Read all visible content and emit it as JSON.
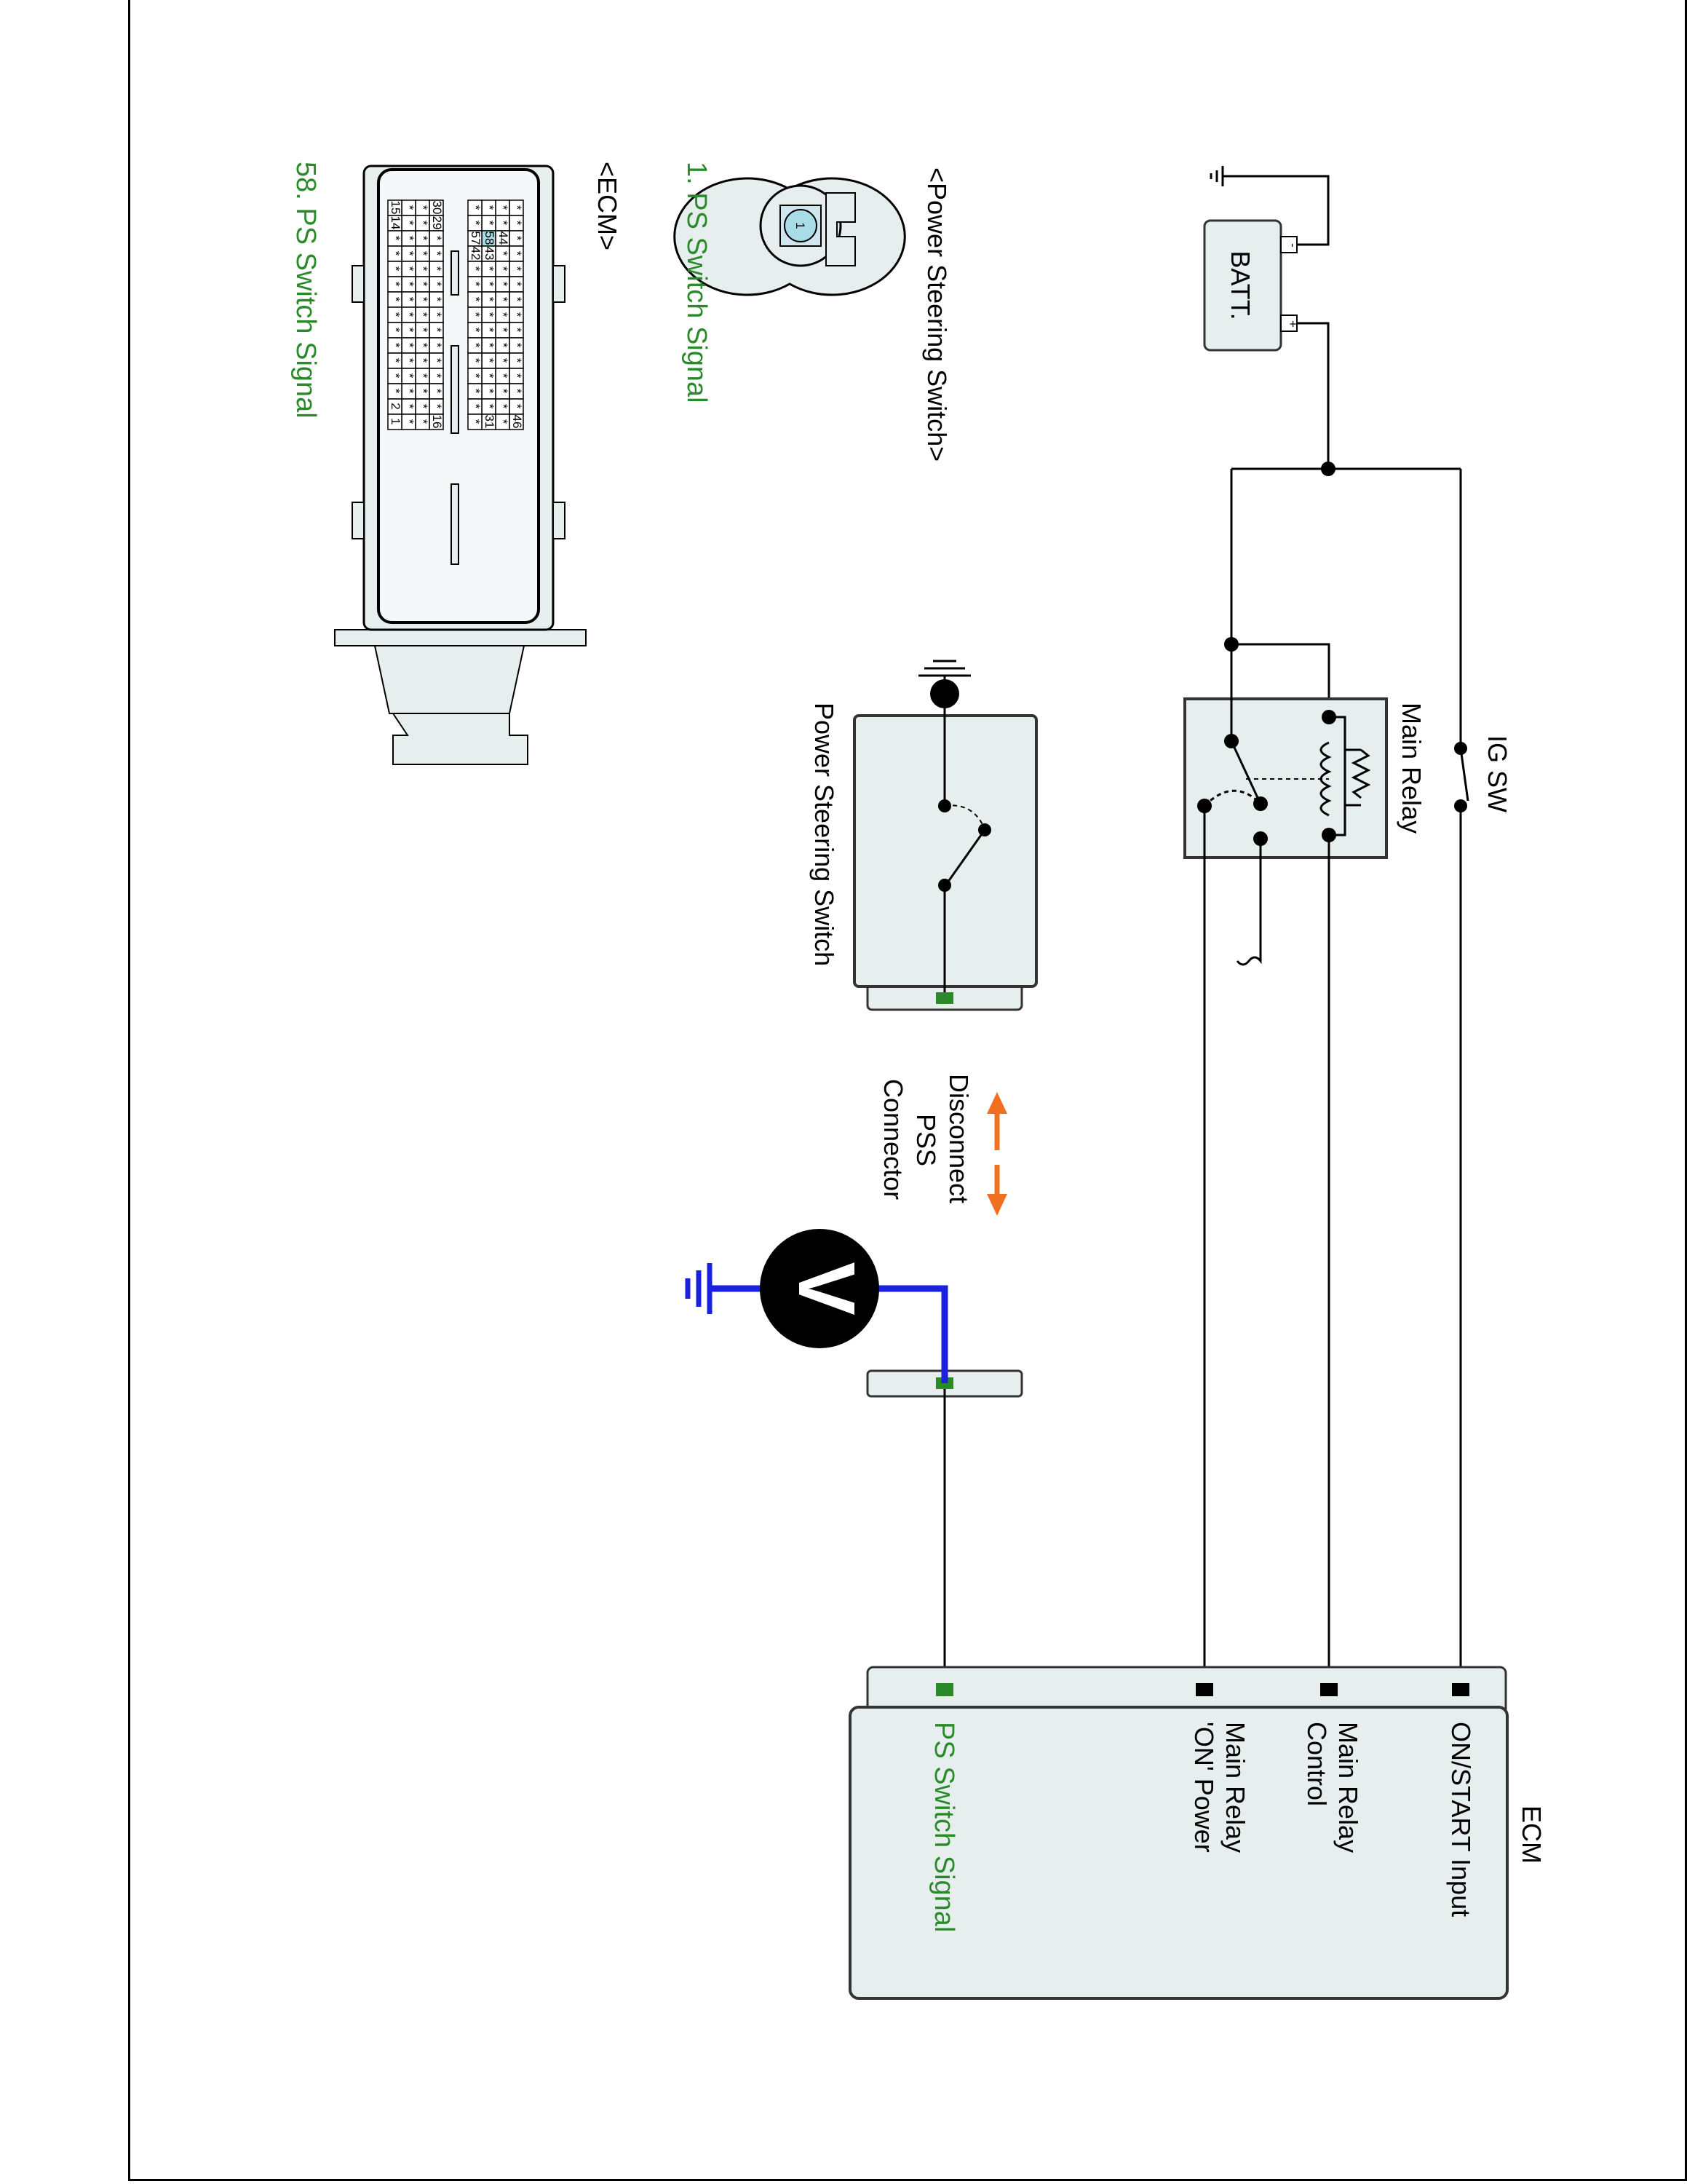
{
  "ecm_box": {
    "title": "ECM",
    "pins": [
      {
        "label_line1": "ON/START Input",
        "label_line2": ""
      },
      {
        "label_line1": "Main Relay",
        "label_line2": "Control"
      },
      {
        "label_line1": "Main Relay",
        "label_line2": "'ON' Power"
      },
      {
        "label_line1": "PS Switch Signal",
        "label_line2": ""
      }
    ]
  },
  "battery": {
    "label": "BATT.",
    "neg": "-",
    "pos": "+"
  },
  "ig_switch": {
    "label": "IG SW"
  },
  "main_relay": {
    "label": "Main Relay"
  },
  "ps_switch": {
    "label": "Power Steering Switch"
  },
  "disconnect_note": {
    "line1": "Disconnect",
    "line2": "PSS",
    "line3": "Connector"
  },
  "voltmeter": {
    "symbol": "V"
  },
  "connector_views": {
    "pss_title": "<Power Steering Switch>",
    "pss_pin": "1",
    "pss_pin_label": "1. PS Switch Signal",
    "ecm_title": "<ECM>",
    "ecm_pin_label": "58. PS Switch Signal",
    "ecm_cells": [
      "46",
      "31",
      "16",
      "1",
      "2",
      "58",
      "57",
      "43",
      "44",
      "42",
      "30",
      "29",
      "15",
      "14"
    ]
  },
  "colors": {
    "wire": "#000000",
    "meter_lead": "#1a22dd",
    "signal_text": "#2a8a2a",
    "arrow": "#f07020",
    "box_fill": "#e6eeee"
  }
}
